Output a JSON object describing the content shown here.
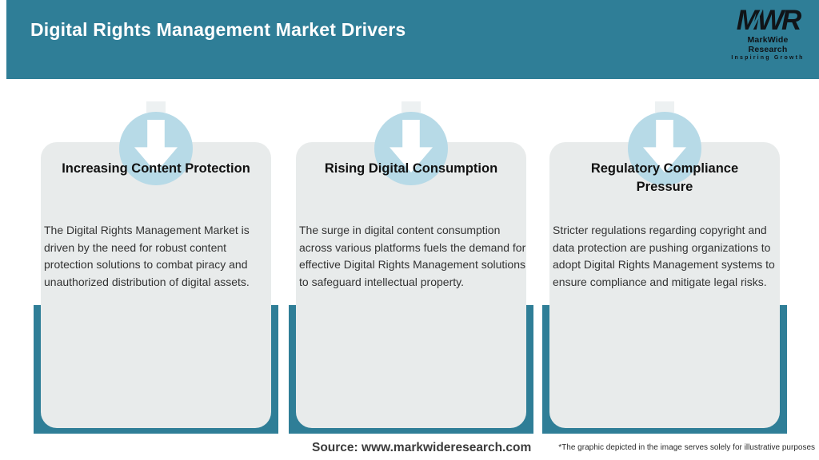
{
  "header": {
    "title": "Digital Rights Management Market Drivers",
    "logo": {
      "mark": "MWR",
      "name": "MarkWide Research",
      "tagline": "Inspiring Growth"
    }
  },
  "cards": [
    {
      "icon": "down-arrow-icon",
      "title": "Increasing Content Protection",
      "body": "The Digital Rights Management Market is driven by the need for robust content protection solutions to combat piracy and unauthorized distribution of digital assets."
    },
    {
      "icon": "down-arrow-icon",
      "title": "Rising Digital Consumption",
      "body": "The surge in digital content consumption across various platforms fuels the demand for effective Digital Rights Management solutions to safeguard intellectual property."
    },
    {
      "icon": "down-arrow-icon",
      "title": "Regulatory Compliance Pressure",
      "body": "Stricter regulations regarding copyright and data protection are pushing organizations to adopt Digital Rights Management systems to ensure compliance and mitigate legal risks."
    }
  ],
  "footer": {
    "source": "Source: www.markwideresearch.com",
    "disclaimer": "*The graphic depicted in the image serves solely for illustrative purposes"
  },
  "colors": {
    "teal": "#2f7e97",
    "card_background": "#e8ebeb",
    "circle_blue": "#b7dae7",
    "arrow_white": "#ffffff"
  }
}
